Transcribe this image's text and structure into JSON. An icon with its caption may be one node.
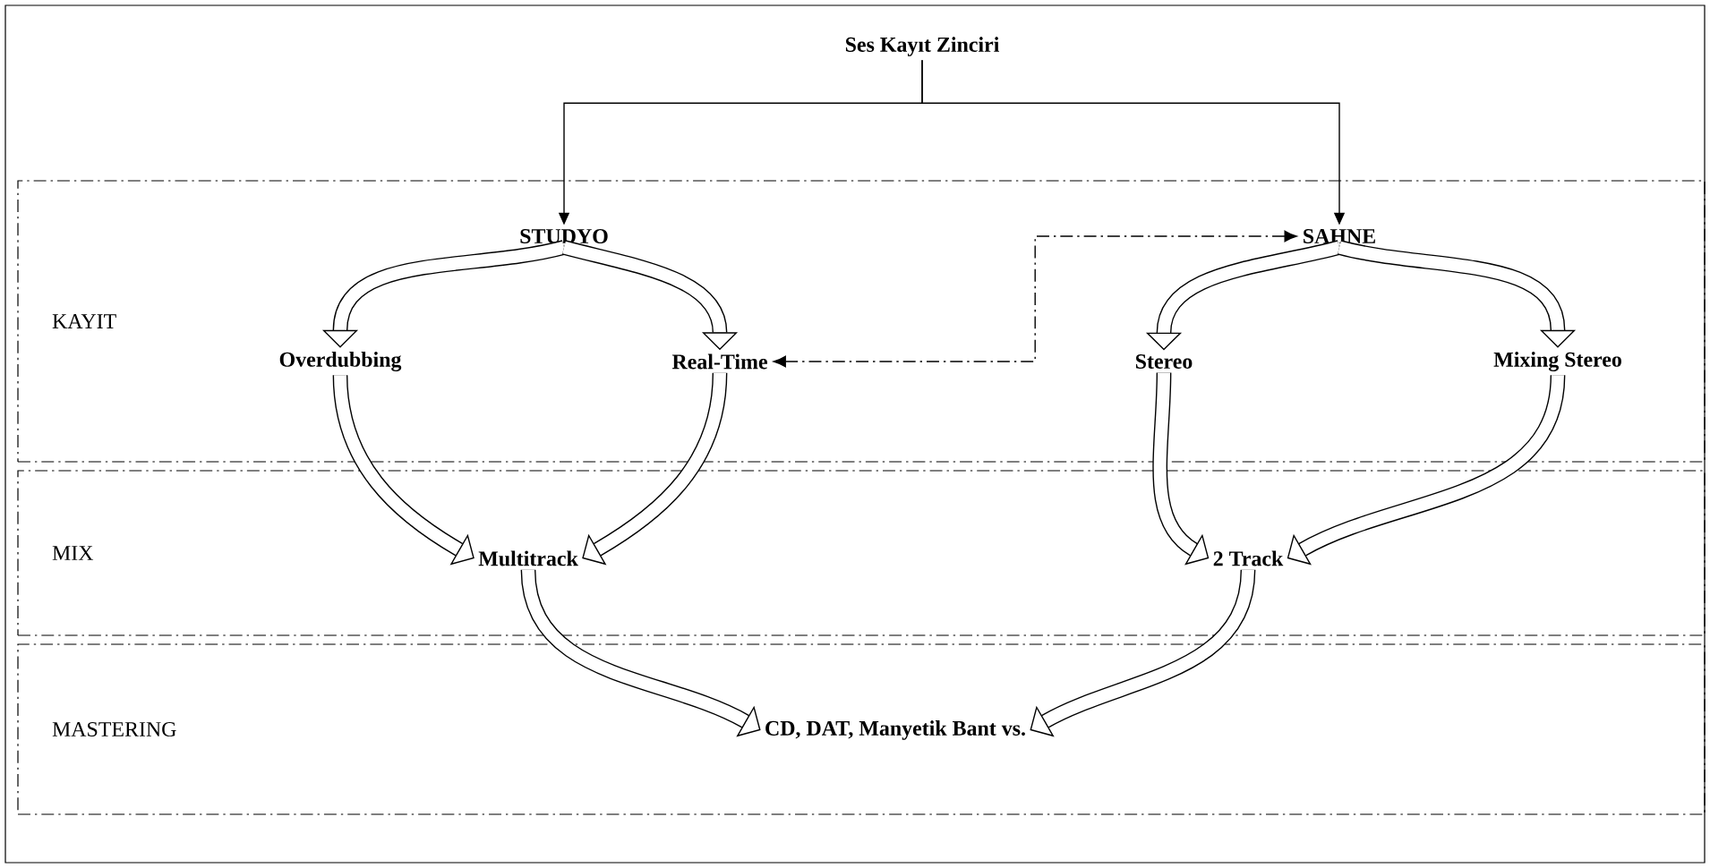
{
  "diagram": {
    "nodes": [
      {
        "text": [
          "Ses Kayıt Zinciri"
        ]
      },
      {
        "text": [
          "KAYIT"
        ]
      },
      {
        "text": [
          "STUDYO"
        ],
        "in": 1
      },
      {
        "text": [
          "Overdubbing"
        ],
        "in": 1
      },
      {
        "text": [
          "Real-Time"
        ],
        "in": 1
      },
      {
        "text": [
          "SAHNE"
        ],
        "in": 1
      },
      {
        "text": [
          "Stereo"
        ],
        "in": 1
      },
      {
        "text": [
          "Mixing Stereo"
        ],
        "in": 1
      },
      {
        "text": [
          "MIX"
        ]
      },
      {
        "text": [
          "Multitrack"
        ],
        "in": 8
      },
      {
        "text": [
          "2 Track"
        ],
        "in": 8
      },
      {
        "text": [
          "MASTERING"
        ]
      },
      {
        "text": [
          "CD, DAT, Manyetik Bant vs."
        ],
        "in": 11
      }
    ],
    "edges": [
      {
        "from": 0,
        "to": 2,
        "arrow": "to"
      },
      {
        "from": 0,
        "to": 5,
        "arrow": "to"
      },
      {
        "from": 2,
        "to": 3,
        "arrow": "to"
      },
      {
        "from": 2,
        "to": 4,
        "arrow": "to"
      },
      {
        "from": 5,
        "to": 6,
        "arrow": "to"
      },
      {
        "from": 5,
        "to": 7,
        "arrow": "to"
      },
      {
        "from": 4,
        "to": 5,
        "arrow": "both",
        "style": "dashed"
      },
      {
        "from": 3,
        "to": 9,
        "arrow": "to"
      },
      {
        "from": 4,
        "to": 9,
        "arrow": "to"
      },
      {
        "from": 6,
        "to": 10,
        "arrow": "to"
      },
      {
        "from": 7,
        "to": 10,
        "arrow": "to"
      },
      {
        "from": 9,
        "to": 12,
        "arrow": "to"
      },
      {
        "from": 10,
        "to": 12,
        "arrow": "to"
      }
    ]
  }
}
